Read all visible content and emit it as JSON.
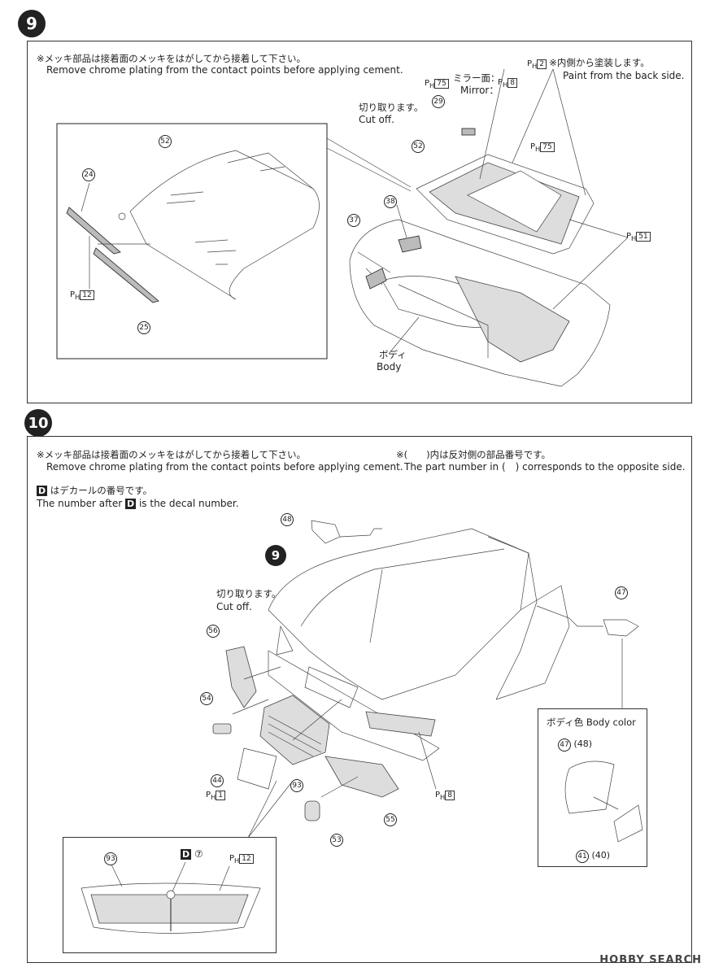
{
  "step9": {
    "badge": "9",
    "note_jp": "※メッキ部品は接着面のメッキをはがしてから接着して下さい。",
    "note_en": "Remove chrome plating from the contact points before applying cement.",
    "paint_inside_code": "2",
    "paint_inside_jp": "※内側から塗装します。",
    "paint_inside_en": "Paint from the back side.",
    "mirror_face_jp": "ミラー面：",
    "mirror_face_en": "Mirror：",
    "mirror_code": "8",
    "code_75a": "75",
    "code_75b": "75",
    "code_51": "51",
    "code_12": "12",
    "cutoff_jp": "切り取ります。",
    "cutoff_en": "Cut off.",
    "body_jp": "ボディ",
    "body_en": "Body",
    "parts": [
      "52",
      "24",
      "25",
      "29",
      "52",
      "38",
      "37"
    ]
  },
  "step10": {
    "badge": "10",
    "note_jp": "※メッキ部品は接着面のメッキをはがしてから接着して下さい。",
    "note_en": "Remove chrome plating from the contact points before applying cement.",
    "opp_jp": "※(　　)内は反対側の部品番号です。",
    "opp_en": "The part number in (　) corresponds to the opposite side.",
    "decal_jp": "はデカールの番号です。",
    "decal_en_pre": "The number after",
    "decal_en_post": "is the decal number.",
    "decal_letter": "D",
    "cutoff_jp": "切り取ります。",
    "cutoff_en": "Cut off.",
    "ref_step": "9",
    "body_color_jp": "ボディ色",
    "body_color_en": "Body color",
    "code_1": "1",
    "code_8": "8",
    "code_12": "12",
    "decal_no": "⑦",
    "pair_47_48": "(48)",
    "pair_41_40": "(40)",
    "parts": [
      "48",
      "47",
      "56",
      "54",
      "44",
      "93",
      "55",
      "53",
      "93",
      "47",
      "41"
    ]
  },
  "paint_prefix": "P",
  "paint_sub": "H",
  "watermark": "HOBBY SEARCH"
}
